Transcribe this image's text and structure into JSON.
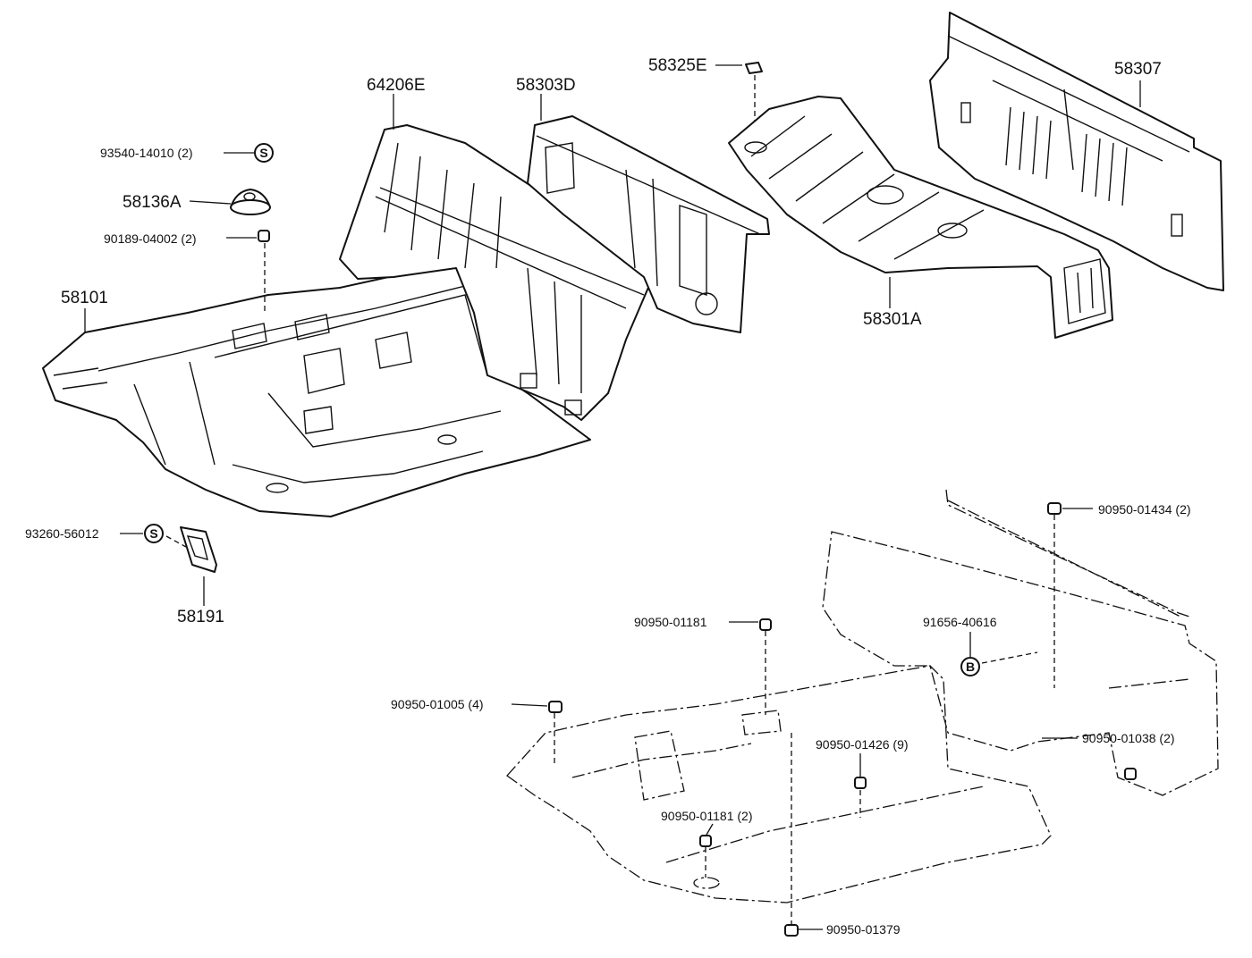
{
  "diagram": {
    "main_parts": {
      "p58101": "58101",
      "p64206E": "64206E",
      "p58303D": "58303D",
      "p58325E": "58325E",
      "p58307": "58307",
      "p58301A": "58301A",
      "p58136A": "58136A",
      "p58191": "58191"
    },
    "fasteners": {
      "f93540": "93540-14010 (2)",
      "f90189": "90189-04002 (2)",
      "f93260": "93260-56012",
      "f90950_01434": "90950-01434 (2)",
      "f91656": "91656-40616",
      "f90950_01181_a": "90950-01181",
      "f90950_01005": "90950-01005 (4)",
      "f90950_01426": "90950-01426 (9)",
      "f90950_01038": "90950-01038 (2)",
      "f90950_01181_b": "90950-01181 (2)",
      "f90950_01379": "90950-01379"
    },
    "symbols": {
      "s_top": "S",
      "s_bottom": "S",
      "b": "B"
    }
  }
}
